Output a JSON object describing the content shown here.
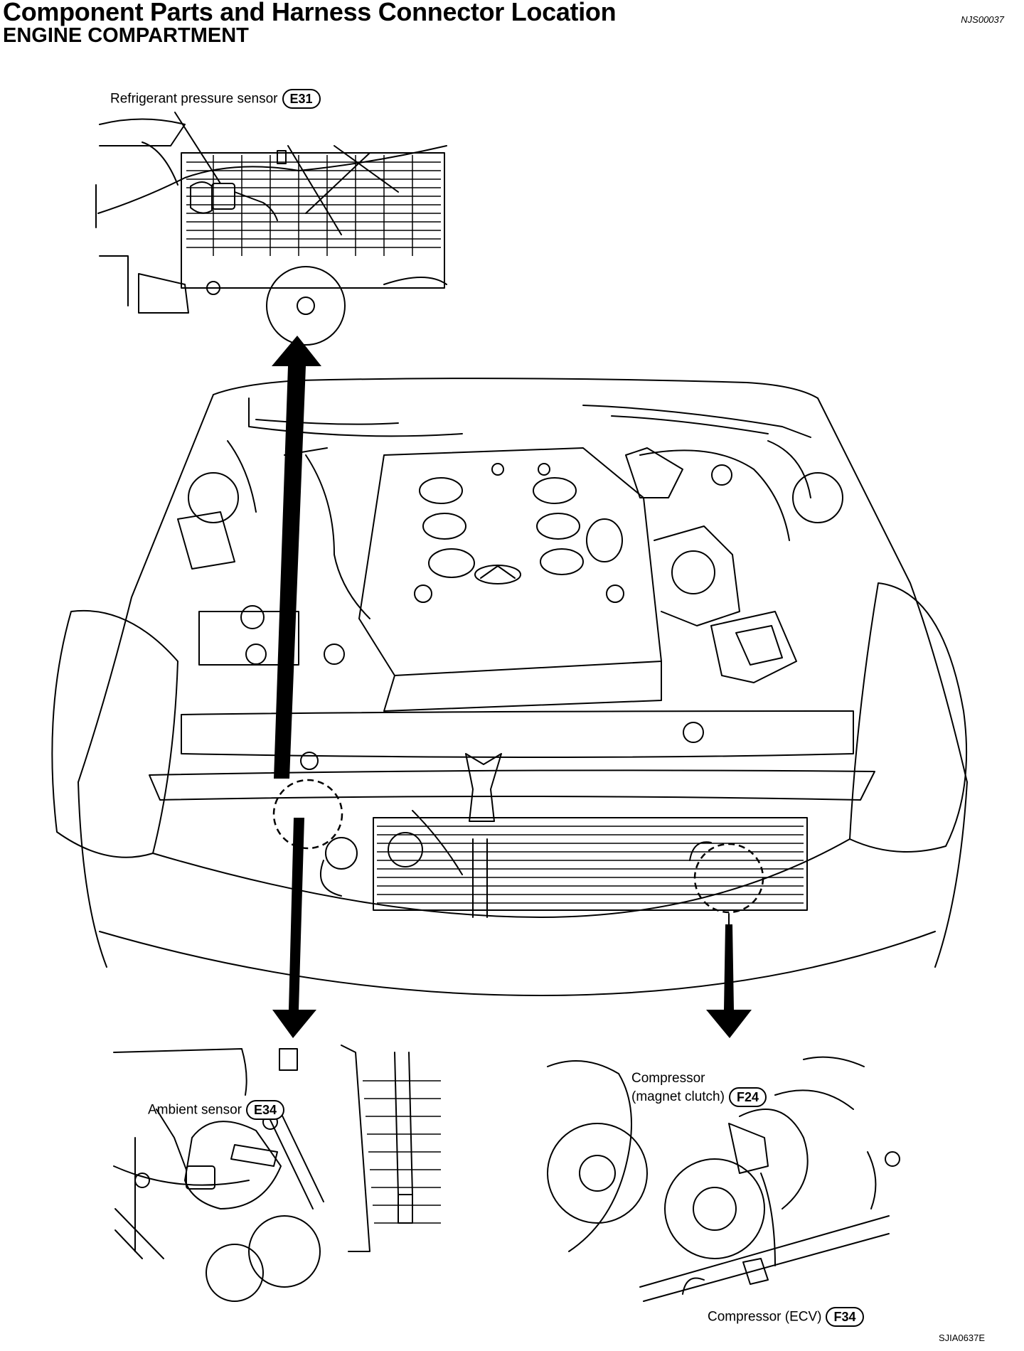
{
  "header": {
    "title": "Component Parts and Harness Connector Location",
    "section": "ENGINE COMPARTMENT",
    "doc_ref": "NJS00037"
  },
  "callouts": {
    "refrigerant_sensor": {
      "label": "Refrigerant pressure sensor",
      "code": "E31"
    },
    "ambient_sensor": {
      "label": "Ambient sensor",
      "code": "E34"
    },
    "compressor_clutch": {
      "label_line1": "Compressor",
      "label_line2": "(magnet clutch)",
      "code": "F24"
    },
    "compressor_ecv": {
      "label": "Compressor (ECV)",
      "code": "F34"
    }
  },
  "figure_ref": "SJIA0637E"
}
